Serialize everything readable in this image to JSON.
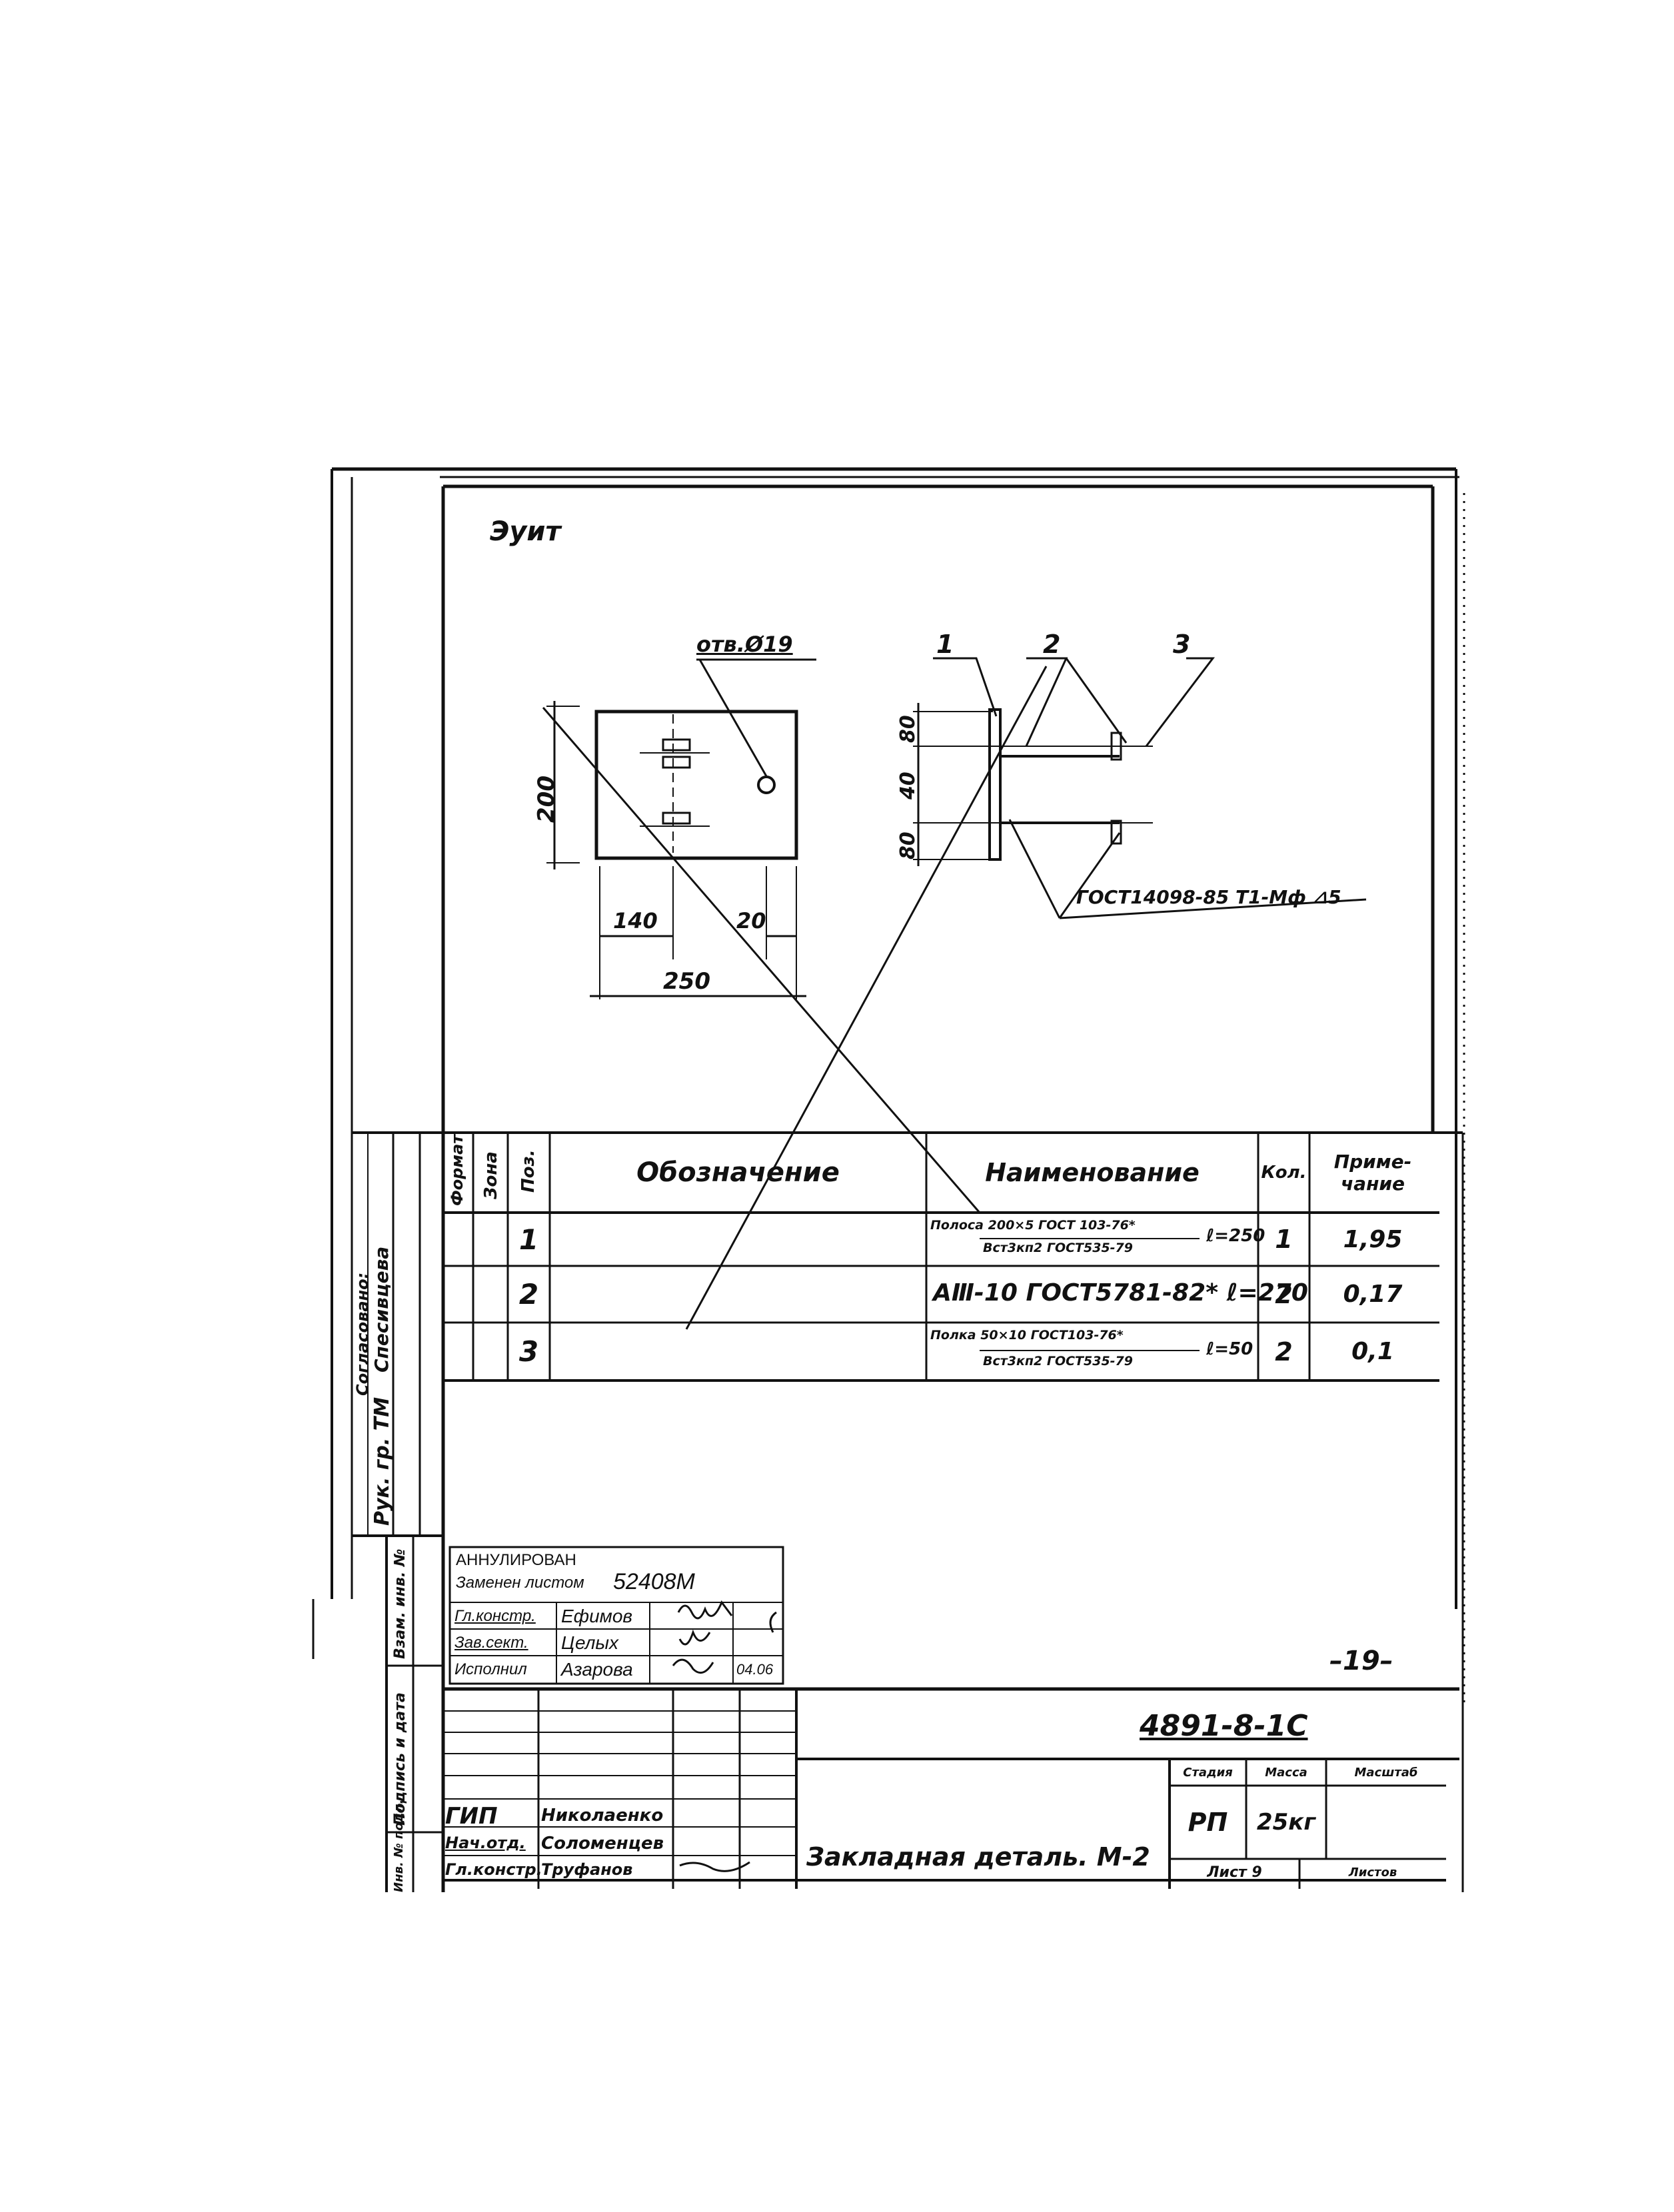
{
  "corner_mark": "Эуит",
  "drawing": {
    "plate_view": {
      "hole_label": "отв.Ø19",
      "dim_height": "200",
      "dim_left": "140",
      "dim_right": "20",
      "dim_width": "250"
    },
    "side_view": {
      "callouts": [
        "1",
        "2",
        "3"
      ],
      "dim_top": "80",
      "dim_mid": "40",
      "dim_bottom": "80",
      "weld_note": "ГОСТ14098-85 Т1-Мф ⊿5"
    }
  },
  "spec_table": {
    "headers": {
      "format": "Формат",
      "zone": "Зона",
      "pos": "Поз.",
      "designation": "Обозначение",
      "name": "Наименование",
      "qty": "Кол.",
      "note": "Приме-чание"
    },
    "rows": [
      {
        "pos": "1",
        "designation": "",
        "name_top": "Полоса 200×5 ГОСТ 103-76*",
        "name_bottom": "Вст3кп2 ГОСТ535-79",
        "name_suffix": "ℓ=250",
        "qty": "1",
        "note": "1,95"
      },
      {
        "pos": "2",
        "designation": "",
        "name_full": "АⅢ-10 ГОСТ5781-82* ℓ=270",
        "qty": "2",
        "note": "0,17"
      },
      {
        "pos": "3",
        "designation": "",
        "name_top": "Полка 50×10 ГОСТ103-76*",
        "name_bottom": "Вст3кп2 ГОСТ535-79",
        "name_suffix": "ℓ=50",
        "qty": "2",
        "note": "0,1"
      }
    ]
  },
  "side_strip": {
    "agreed": "Согласовано:",
    "role": "Рук. гр. ТМ",
    "person": "Спесивцева",
    "inv_no": "Взам. инв. №",
    "sign_date": "Подпись и дата",
    "inv_orig": "Инв. № подл."
  },
  "annul_stamp": {
    "line1": "АННУЛИРОВАН",
    "line2": "Заменен листом",
    "line2_number": "52408М",
    "rows": [
      {
        "role": "Гл.констр.",
        "name": "Ефимов",
        "date": ""
      },
      {
        "role": "Зав.сект.",
        "name": "Целых",
        "date": ""
      },
      {
        "role": "Исполнил",
        "name": "Азарова",
        "date": "04.06"
      }
    ]
  },
  "page_no": "19",
  "title_block": {
    "doc_code": "4891-8-1С",
    "title": "Закладная деталь. М-2",
    "stage_label": "Стадия",
    "mass_label": "Масса",
    "scale_label": "Масштаб",
    "stage": "РП",
    "mass": "25кг",
    "sheet_label": "Лист 9",
    "sheets_label": "Листов",
    "signers": [
      {
        "role": "ГИП",
        "name": "Николаенко"
      },
      {
        "role": "Нач.отд.",
        "name": "Соломенцев"
      },
      {
        "role": "Гл.констр.",
        "name": "Труфанов"
      }
    ]
  }
}
